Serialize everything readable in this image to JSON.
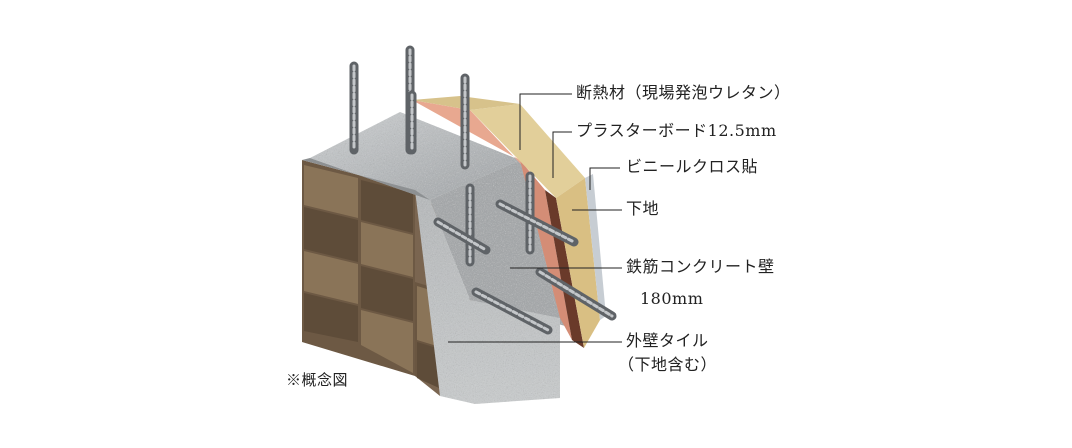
{
  "diagram": {
    "labels": {
      "insulation": "断熱材（現場発泡ウレタン）",
      "plasterboard": "プラスターボード12.5mm",
      "vinyl_cloth": "ビニールクロス貼",
      "substrate": "下地",
      "rc_wall": "鉄筋コンクリート壁",
      "rc_thickness": "180mm",
      "exterior_tile": "外壁タイル",
      "exterior_tile_note": "（下地含む）",
      "concept_note": "※概念図"
    },
    "colors": {
      "concrete": "#a9acae",
      "concrete_dark": "#8d9092",
      "tile_light": "#8a7458",
      "tile_dark": "#5e4c39",
      "insulation": "#e8a890",
      "plasterboard": "#e2cf9a",
      "vinyl_cloth": "#c7cdd3",
      "substrate_strip": "#6a3a2a",
      "rebar": "#7b7f83"
    }
  }
}
